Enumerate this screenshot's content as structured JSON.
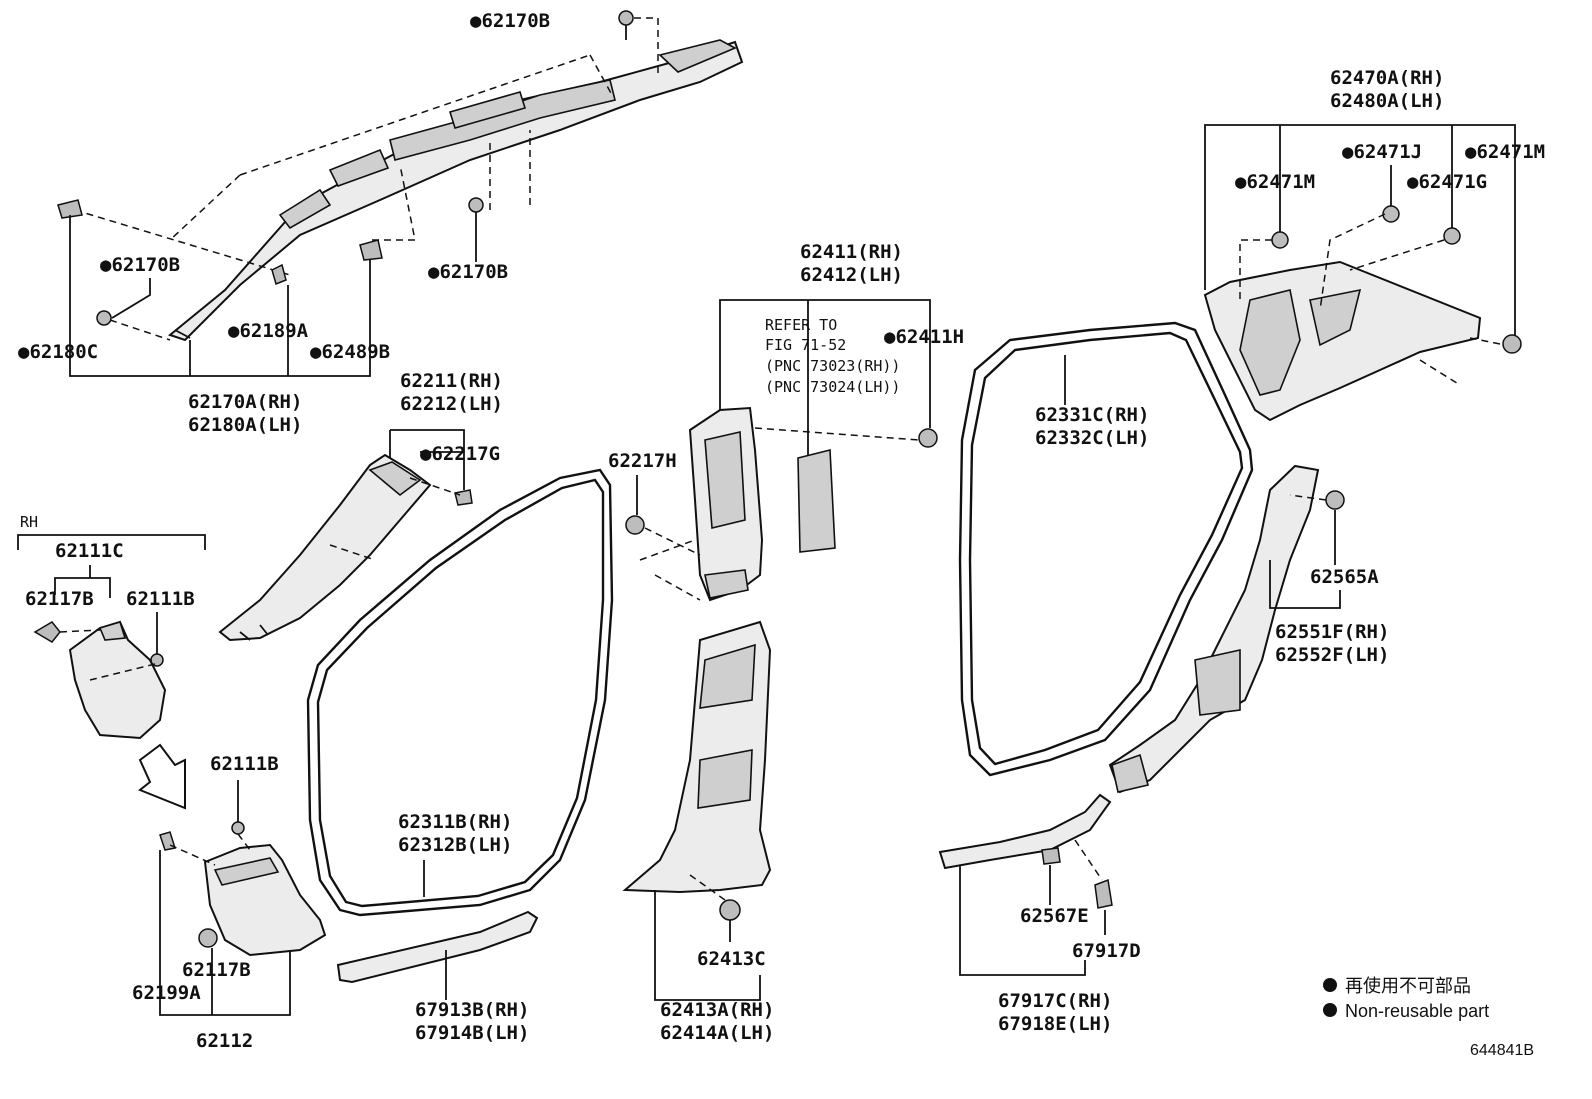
{
  "legend": {
    "jp": "再使用不可部品",
    "en": "Non-reusable part"
  },
  "reference": "644841B",
  "refer_note": [
    "REFER TO",
    "FIG 71-52",
    "(PNC 73023(RH))",
    "(PNC 73024(LH))"
  ],
  "rh_label": "RH",
  "labels": {
    "p62170B_top": "62170B",
    "p62170B_mid": "62170B",
    "p62170B_left": "62170B",
    "p62189A": "62189A",
    "p62180C": "62180C",
    "p62489B": "62489B",
    "p62170A_rh": "62170A(RH)",
    "p62180A_lh": "62180A(LH)",
    "p62211_rh": "62211(RH)",
    "p62212_lh": "62212(LH)",
    "p62217G": "62217G",
    "p62111C": "62111C",
    "p62117B_top": "62117B",
    "p62111B_top": "62111B",
    "p62111B_bot": "62111B",
    "p62117B_bot": "62117B",
    "p62199A": "62199A",
    "p62112": "62112",
    "p62311B_rh": "62311B(RH)",
    "p62312B_lh": "62312B(LH)",
    "p67913B_rh": "67913B(RH)",
    "p67914B_lh": "67914B(LH)",
    "p62217H": "62217H",
    "p62411_rh": "62411(RH)",
    "p62412_lh": "62412(LH)",
    "p62411H": "62411H",
    "p62413C": "62413C",
    "p62413A_rh": "62413A(RH)",
    "p62414A_lh": "62414A(LH)",
    "p62331C_rh": "62331C(RH)",
    "p62332C_lh": "62332C(LH)",
    "p62470A_rh": "62470A(RH)",
    "p62480A_lh": "62480A(LH)",
    "p62471J": "62471J",
    "p62471M_right": "62471M",
    "p62471M_left": "62471M",
    "p62471G": "62471G",
    "p62565A": "62565A",
    "p62551F_rh": "62551F(RH)",
    "p62552F_lh": "62552F(LH)",
    "p62567E": "62567E",
    "p67917D": "67917D",
    "p67917C_rh": "67917C(RH)",
    "p67918E_lh": "67918E(LH)"
  }
}
